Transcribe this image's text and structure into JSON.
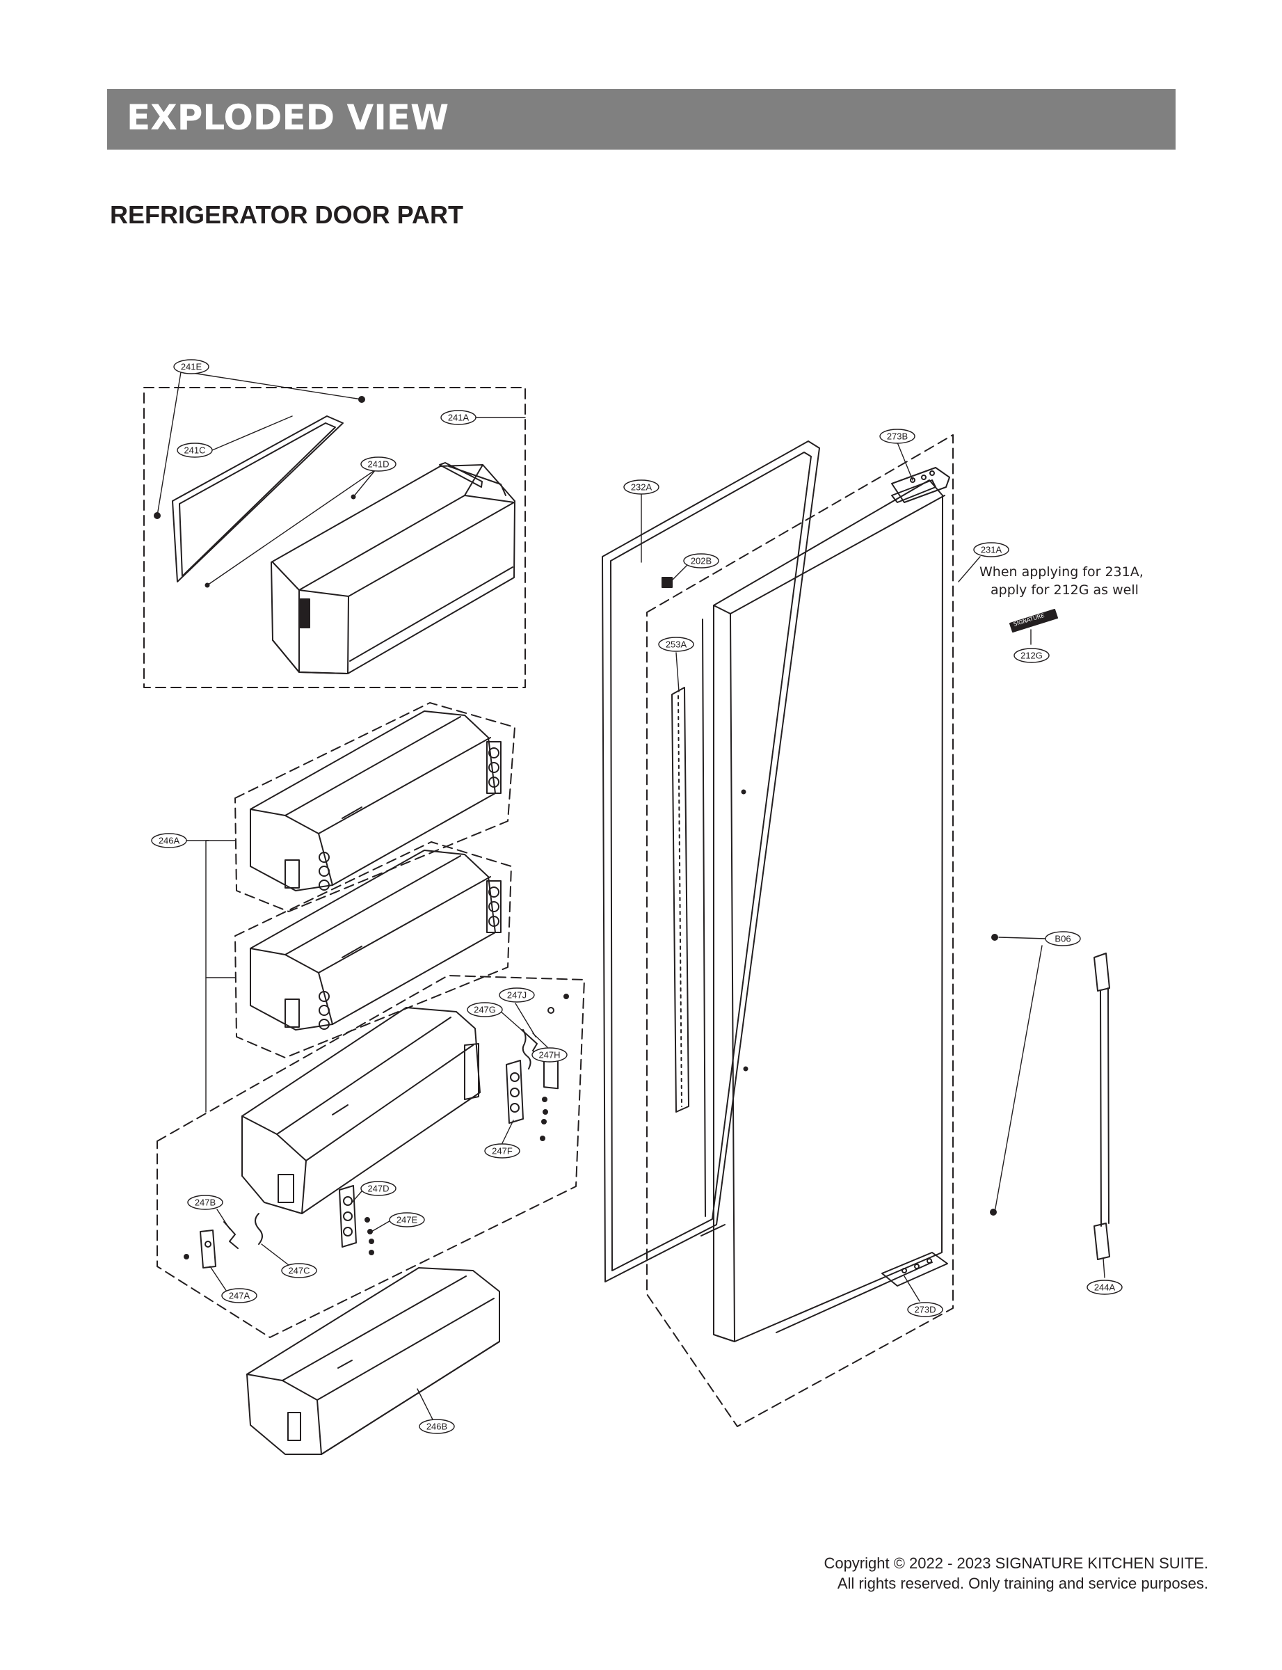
{
  "header": {
    "banner_title": "EXPLODED VIEW",
    "section_title": "REFRIGERATOR DOOR PART"
  },
  "callouts": {
    "241E": "241E",
    "241A": "241A",
    "241C": "241C",
    "241D": "241D",
    "273B": "273B",
    "232A": "232A",
    "202B": "202B",
    "231A": "231A",
    "212G": "212G",
    "253A": "253A",
    "246A": "246A",
    "B06": "B06",
    "247J": "247J",
    "247G": "247G",
    "247H": "247H",
    "247F": "247F",
    "247D": "247D",
    "247B": "247B",
    "247E": "247E",
    "247C": "247C",
    "247A": "247A",
    "244A": "244A",
    "273D": "273D",
    "246B": "246B"
  },
  "note": {
    "line1": "When applying for 231A,",
    "line2": "apply for 212G as well"
  },
  "logo_badge": {
    "text": "SIGNATURE"
  },
  "footer": {
    "line1": "Copyright © 2022 - 2023 SIGNATURE KITCHEN SUITE.",
    "line2": "All rights reserved. Only training and service purposes."
  },
  "colors": {
    "banner": "#808080",
    "line": "#231f20",
    "background": "#ffffff"
  }
}
